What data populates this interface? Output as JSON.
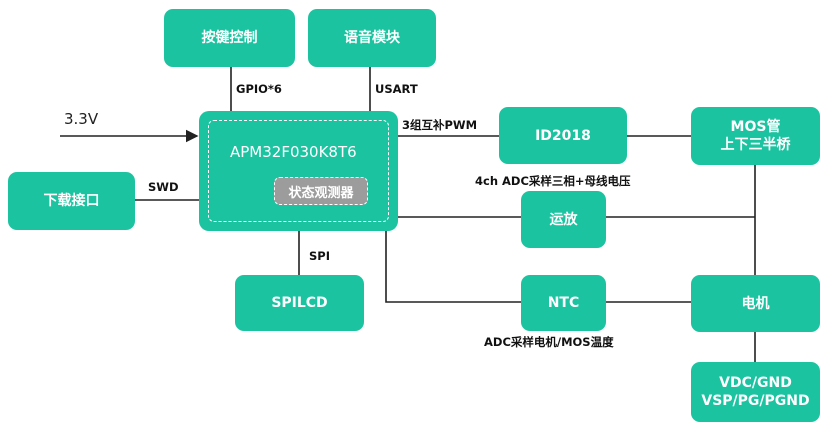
{
  "blocks": {
    "key_control": "按键控制",
    "voice_module": "语音模块",
    "mcu": "APM32F030K8T6",
    "observer": "状态观测器",
    "download_port": "下载接口",
    "spilcd": "SPILCD",
    "id2018": "ID2018",
    "mos_line1": "MOS管",
    "mos_line2": "上下三半桥",
    "opamp": "运放",
    "ntc": "NTC",
    "motor": "电机",
    "power_line1": "VDC/GND",
    "power_line2": "VSP/PG/PGND"
  },
  "labels": {
    "gpio": "GPIO*6",
    "usart": "USART",
    "vin": "3.3V",
    "swd": "SWD",
    "spi": "SPI",
    "pwm": "3组互补PWM",
    "adc_phase": "4ch ADC采样三相+母线电压",
    "adc_temp": "ADC采样电机/MOS温度"
  },
  "colors": {
    "block": "#1cc3a0",
    "observer": "#9c9c9c",
    "wire": "#222222"
  }
}
